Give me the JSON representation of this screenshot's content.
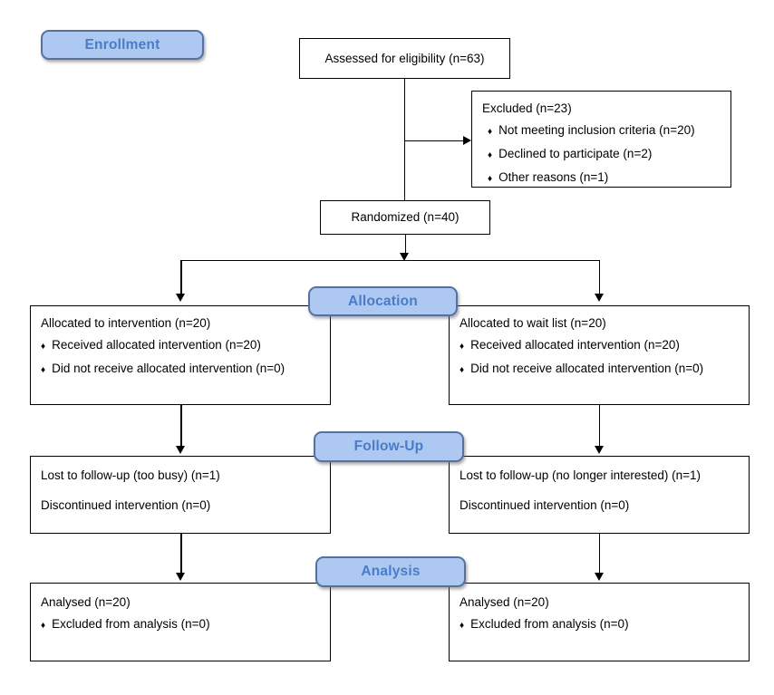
{
  "glyphs": {
    "bullet": "♦"
  },
  "colors": {
    "stage_fill": "#aec9f1",
    "stage_border": "#56709f",
    "stage_text": "#4a7bc8",
    "box_border": "#000000",
    "background": "#ffffff"
  },
  "stages": {
    "enrollment": "Enrollment",
    "allocation": "Allocation",
    "followup": "Follow-Up",
    "analysis": "Analysis"
  },
  "boxes": {
    "assessed": {
      "text": "Assessed for eligibility (n=63)"
    },
    "excluded": {
      "title": "Excluded (n=23)",
      "items": [
        "Not meeting inclusion criteria (n=20)",
        "Declined to participate (n=2)",
        "Other reasons (n=1)"
      ]
    },
    "randomized": {
      "text": "Randomized (n=40)"
    },
    "allocation_left": {
      "title": "Allocated to intervention (n=20)",
      "items": [
        "Received allocated intervention (n=20)",
        "Did not receive allocated intervention (n=0)"
      ]
    },
    "allocation_right": {
      "title": "Allocated to wait list (n=20)",
      "items": [
        "Received allocated intervention (n=20)",
        "Did not receive allocated intervention (n=0)"
      ]
    },
    "followup_left": {
      "lines": [
        "Lost to follow-up (too busy) (n=1)",
        "Discontinued intervention (n=0)"
      ]
    },
    "followup_right": {
      "lines": [
        "Lost to follow-up (no longer interested) (n=1)",
        "Discontinued intervention (n=0)"
      ]
    },
    "analysis_left": {
      "title": "Analysed (n=20)",
      "items": [
        "Excluded from analysis (n=0)"
      ]
    },
    "analysis_right": {
      "title": "Analysed (n=20)",
      "items": [
        "Excluded from analysis (n=0)"
      ]
    }
  }
}
